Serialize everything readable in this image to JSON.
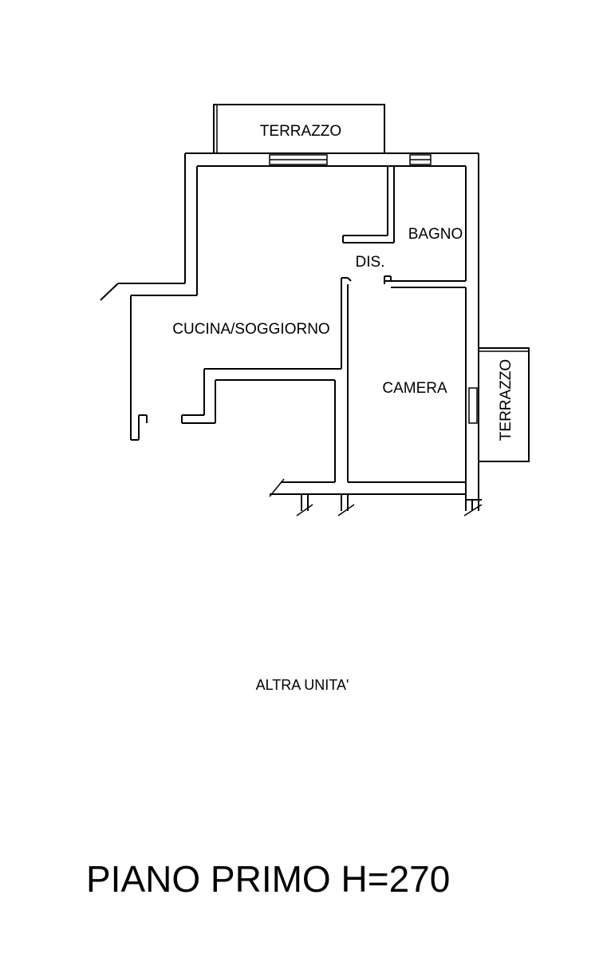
{
  "rooms": {
    "terrace_top": "TERRAZZO",
    "terrace_right": "TERRAZZO",
    "bathroom": "BAGNO",
    "hallway": "DIS.",
    "living": "CUCINA/SOGGIORNO",
    "bedroom": "CAMERA"
  },
  "notes": {
    "other_unit": "ALTRA UNITA'"
  },
  "title": "PIANO PRIMO H=270",
  "colors": {
    "line": "#000000",
    "background": "#ffffff"
  }
}
